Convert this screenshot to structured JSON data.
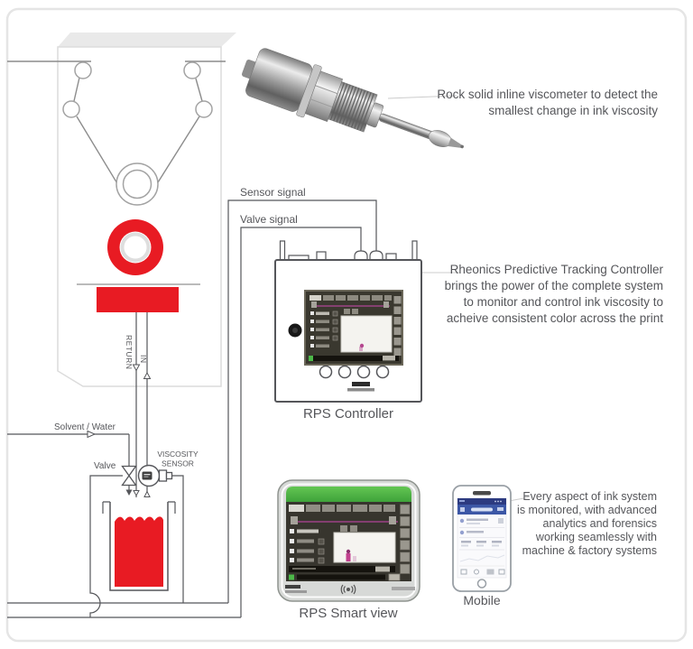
{
  "colors": {
    "ink_red": "#e81b23",
    "accent_green": "#4cb848",
    "phone_blue": "#3c57a6",
    "line_gray": "#55565a",
    "frame_gray": "#e5e5e5",
    "screen_magenta": "#b14598"
  },
  "labels": {
    "sensor_signal": "Sensor signal",
    "valve_signal": "Valve signal",
    "solvent_water": "Solvent / Water",
    "valve": "Valve",
    "viscosity_sensor_line1": "VISCOSITY",
    "viscosity_sensor_line2": "SENSOR",
    "return_pipe": "RETURN",
    "in_pipe": "IN"
  },
  "devices": {
    "controller": "RPS Controller",
    "smart_view": "RPS Smart view",
    "mobile": "Mobile"
  },
  "captions": {
    "viscometer": [
      "Rock solid inline viscometer to detect the",
      "smallest change in ink viscosity"
    ],
    "controller": [
      "Rheonics Predictive Tracking Controller",
      "brings the power of the complete system",
      "to monitor and control ink viscosity to",
      "acheive consistent color across the print"
    ],
    "mobile": [
      "Every aspect of ink system",
      "is monitored, with advanced",
      "analytics and forensics",
      "working seamlessly with",
      "machine & factory systems"
    ]
  },
  "icons": {
    "valve": "valve-bowtie-icon",
    "viscosity_sensor": "inline-sensor-icon",
    "speaker": "speaker-icon",
    "home_button": "home-button-icon"
  }
}
